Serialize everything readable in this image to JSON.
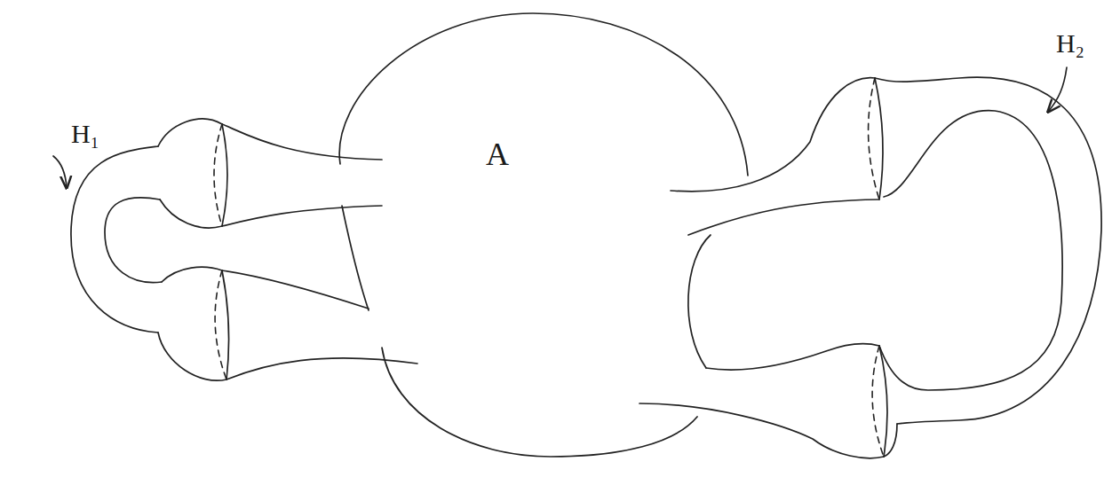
{
  "diagram": {
    "nodes": [
      {
        "text": [
          "A"
        ]
      }
    ],
    "labels": [
      "H₁",
      "H₂"
    ]
  }
}
